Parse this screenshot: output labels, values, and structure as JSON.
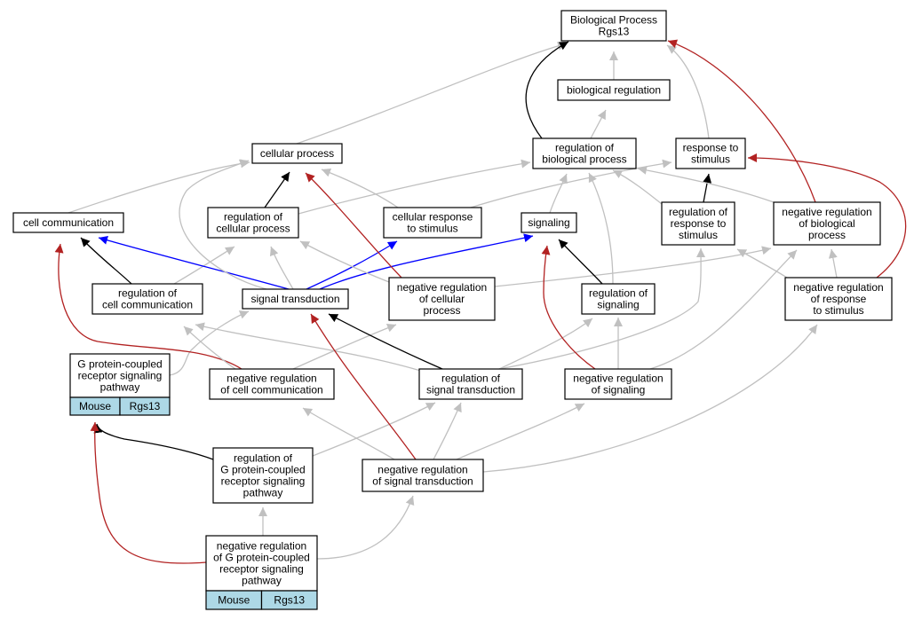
{
  "colors": {
    "is_a": "#c0c0c0",
    "part_of": "#000000",
    "negatively_regulates": "#b22222",
    "positively_regulates": "#0000ff",
    "gene_badge": "#add8e6"
  },
  "nodes": [
    {
      "id": "bp",
      "label": [
        "Biological Process",
        "Rgs13"
      ]
    },
    {
      "id": "breg",
      "label": [
        "biological regulation"
      ]
    },
    {
      "id": "cp",
      "label": [
        "cellular process"
      ]
    },
    {
      "id": "rbp",
      "label": [
        "regulation of",
        "biological process"
      ]
    },
    {
      "id": "rts",
      "label": [
        "response to",
        "stimulus"
      ]
    },
    {
      "id": "cc",
      "label": [
        "cell communication"
      ]
    },
    {
      "id": "rcp",
      "label": [
        "regulation of",
        "cellular process"
      ]
    },
    {
      "id": "crs",
      "label": [
        "cellular response",
        "to stimulus"
      ]
    },
    {
      "id": "sig",
      "label": [
        "signaling"
      ]
    },
    {
      "id": "rrs",
      "label": [
        "regulation of",
        "response to",
        "stimulus"
      ]
    },
    {
      "id": "nrbp",
      "label": [
        "negative regulation",
        "of biological",
        "process"
      ]
    },
    {
      "id": "rcc",
      "label": [
        "regulation of",
        "cell communication"
      ]
    },
    {
      "id": "st",
      "label": [
        "signal transduction"
      ]
    },
    {
      "id": "nrcp",
      "label": [
        "negative regulation",
        "of cellular",
        "process"
      ]
    },
    {
      "id": "rsig",
      "label": [
        "regulation of",
        "signaling"
      ]
    },
    {
      "id": "nrrs",
      "label": [
        "negative regulation",
        "of response",
        "to stimulus"
      ]
    },
    {
      "id": "gpcr",
      "label": [
        "G protein-coupled",
        "receptor signaling",
        "pathway"
      ],
      "genes": [
        "Mouse",
        "Rgs13"
      ]
    },
    {
      "id": "nrcc",
      "label": [
        "negative regulation",
        "of cell communication"
      ]
    },
    {
      "id": "rst",
      "label": [
        "regulation of",
        "signal transduction"
      ]
    },
    {
      "id": "nrsig",
      "label": [
        "negative regulation",
        "of signaling"
      ]
    },
    {
      "id": "rgpcr",
      "label": [
        "regulation of",
        "G protein-coupled",
        "receptor signaling",
        "pathway"
      ]
    },
    {
      "id": "nrst",
      "label": [
        "negative regulation",
        "of signal transduction"
      ]
    },
    {
      "id": "nrgpcr",
      "label": [
        "negative regulation",
        "of G protein-coupled",
        "receptor signaling",
        "pathway"
      ],
      "genes": [
        "Mouse",
        "Rgs13"
      ]
    }
  ],
  "edges": [
    {
      "from": "breg",
      "to": "bp",
      "type": "is_a"
    },
    {
      "from": "cp",
      "to": "bp",
      "type": "is_a"
    },
    {
      "from": "rts",
      "to": "bp",
      "type": "is_a"
    },
    {
      "from": "rbp",
      "to": "breg",
      "type": "is_a"
    },
    {
      "from": "rbp",
      "to": "bp",
      "type": "part_of"
    },
    {
      "from": "nrbp",
      "to": "bp",
      "type": "negatively_regulates"
    },
    {
      "from": "cc",
      "to": "cp",
      "type": "is_a"
    },
    {
      "from": "rcp",
      "to": "cp",
      "type": "part_of"
    },
    {
      "from": "rcp",
      "to": "rbp",
      "type": "is_a"
    },
    {
      "from": "crs",
      "to": "cp",
      "type": "is_a"
    },
    {
      "from": "crs",
      "to": "rts",
      "type": "is_a"
    },
    {
      "from": "sig",
      "to": "rbp",
      "type": "is_a"
    },
    {
      "from": "rrs",
      "to": "rbp",
      "type": "is_a"
    },
    {
      "from": "rrs",
      "to": "rts",
      "type": "part_of"
    },
    {
      "from": "nrbp",
      "to": "rbp",
      "type": "is_a"
    },
    {
      "from": "nrrs",
      "to": "rts",
      "type": "negatively_regulates"
    },
    {
      "from": "rcc",
      "to": "cc",
      "type": "part_of"
    },
    {
      "from": "rcc",
      "to": "rcp",
      "type": "is_a"
    },
    {
      "from": "st",
      "to": "cc",
      "type": "positively_regulates"
    },
    {
      "from": "st",
      "to": "cp",
      "type": "is_a"
    },
    {
      "from": "st",
      "to": "rcp",
      "type": "is_a"
    },
    {
      "from": "st",
      "to": "crs",
      "type": "positively_regulates"
    },
    {
      "from": "st",
      "to": "sig",
      "type": "positively_regulates"
    },
    {
      "from": "nrcp",
      "to": "cp",
      "type": "negatively_regulates"
    },
    {
      "from": "nrcp",
      "to": "rcp",
      "type": "is_a"
    },
    {
      "from": "nrcp",
      "to": "nrbp",
      "type": "is_a"
    },
    {
      "from": "rsig",
      "to": "sig",
      "type": "part_of"
    },
    {
      "from": "rsig",
      "to": "rbp",
      "type": "is_a"
    },
    {
      "from": "nrrs",
      "to": "rrs",
      "type": "is_a"
    },
    {
      "from": "nrrs",
      "to": "nrbp",
      "type": "is_a"
    },
    {
      "from": "gpcr",
      "to": "st",
      "type": "is_a"
    },
    {
      "from": "nrcc",
      "to": "cc",
      "type": "negatively_regulates"
    },
    {
      "from": "nrcc",
      "to": "rcc",
      "type": "is_a"
    },
    {
      "from": "nrcc",
      "to": "nrcp",
      "type": "is_a"
    },
    {
      "from": "rst",
      "to": "st",
      "type": "part_of"
    },
    {
      "from": "rst",
      "to": "rcc",
      "type": "is_a"
    },
    {
      "from": "rst",
      "to": "rsig",
      "type": "is_a"
    },
    {
      "from": "rst",
      "to": "rrs",
      "type": "is_a"
    },
    {
      "from": "nrsig",
      "to": "sig",
      "type": "negatively_regulates"
    },
    {
      "from": "nrsig",
      "to": "rsig",
      "type": "is_a"
    },
    {
      "from": "nrsig",
      "to": "nrbp",
      "type": "is_a"
    },
    {
      "from": "rgpcr",
      "to": "gpcr",
      "type": "part_of"
    },
    {
      "from": "rgpcr",
      "to": "rst",
      "type": "is_a"
    },
    {
      "from": "nrst",
      "to": "st",
      "type": "negatively_regulates"
    },
    {
      "from": "nrst",
      "to": "nrcc",
      "type": "is_a"
    },
    {
      "from": "nrst",
      "to": "rst",
      "type": "is_a"
    },
    {
      "from": "nrst",
      "to": "nrsig",
      "type": "is_a"
    },
    {
      "from": "nrst",
      "to": "nrrs",
      "type": "is_a"
    },
    {
      "from": "nrgpcr",
      "to": "gpcr",
      "type": "negatively_regulates"
    },
    {
      "from": "nrgpcr",
      "to": "rgpcr",
      "type": "is_a"
    },
    {
      "from": "nrgpcr",
      "to": "nrst",
      "type": "is_a"
    }
  ]
}
